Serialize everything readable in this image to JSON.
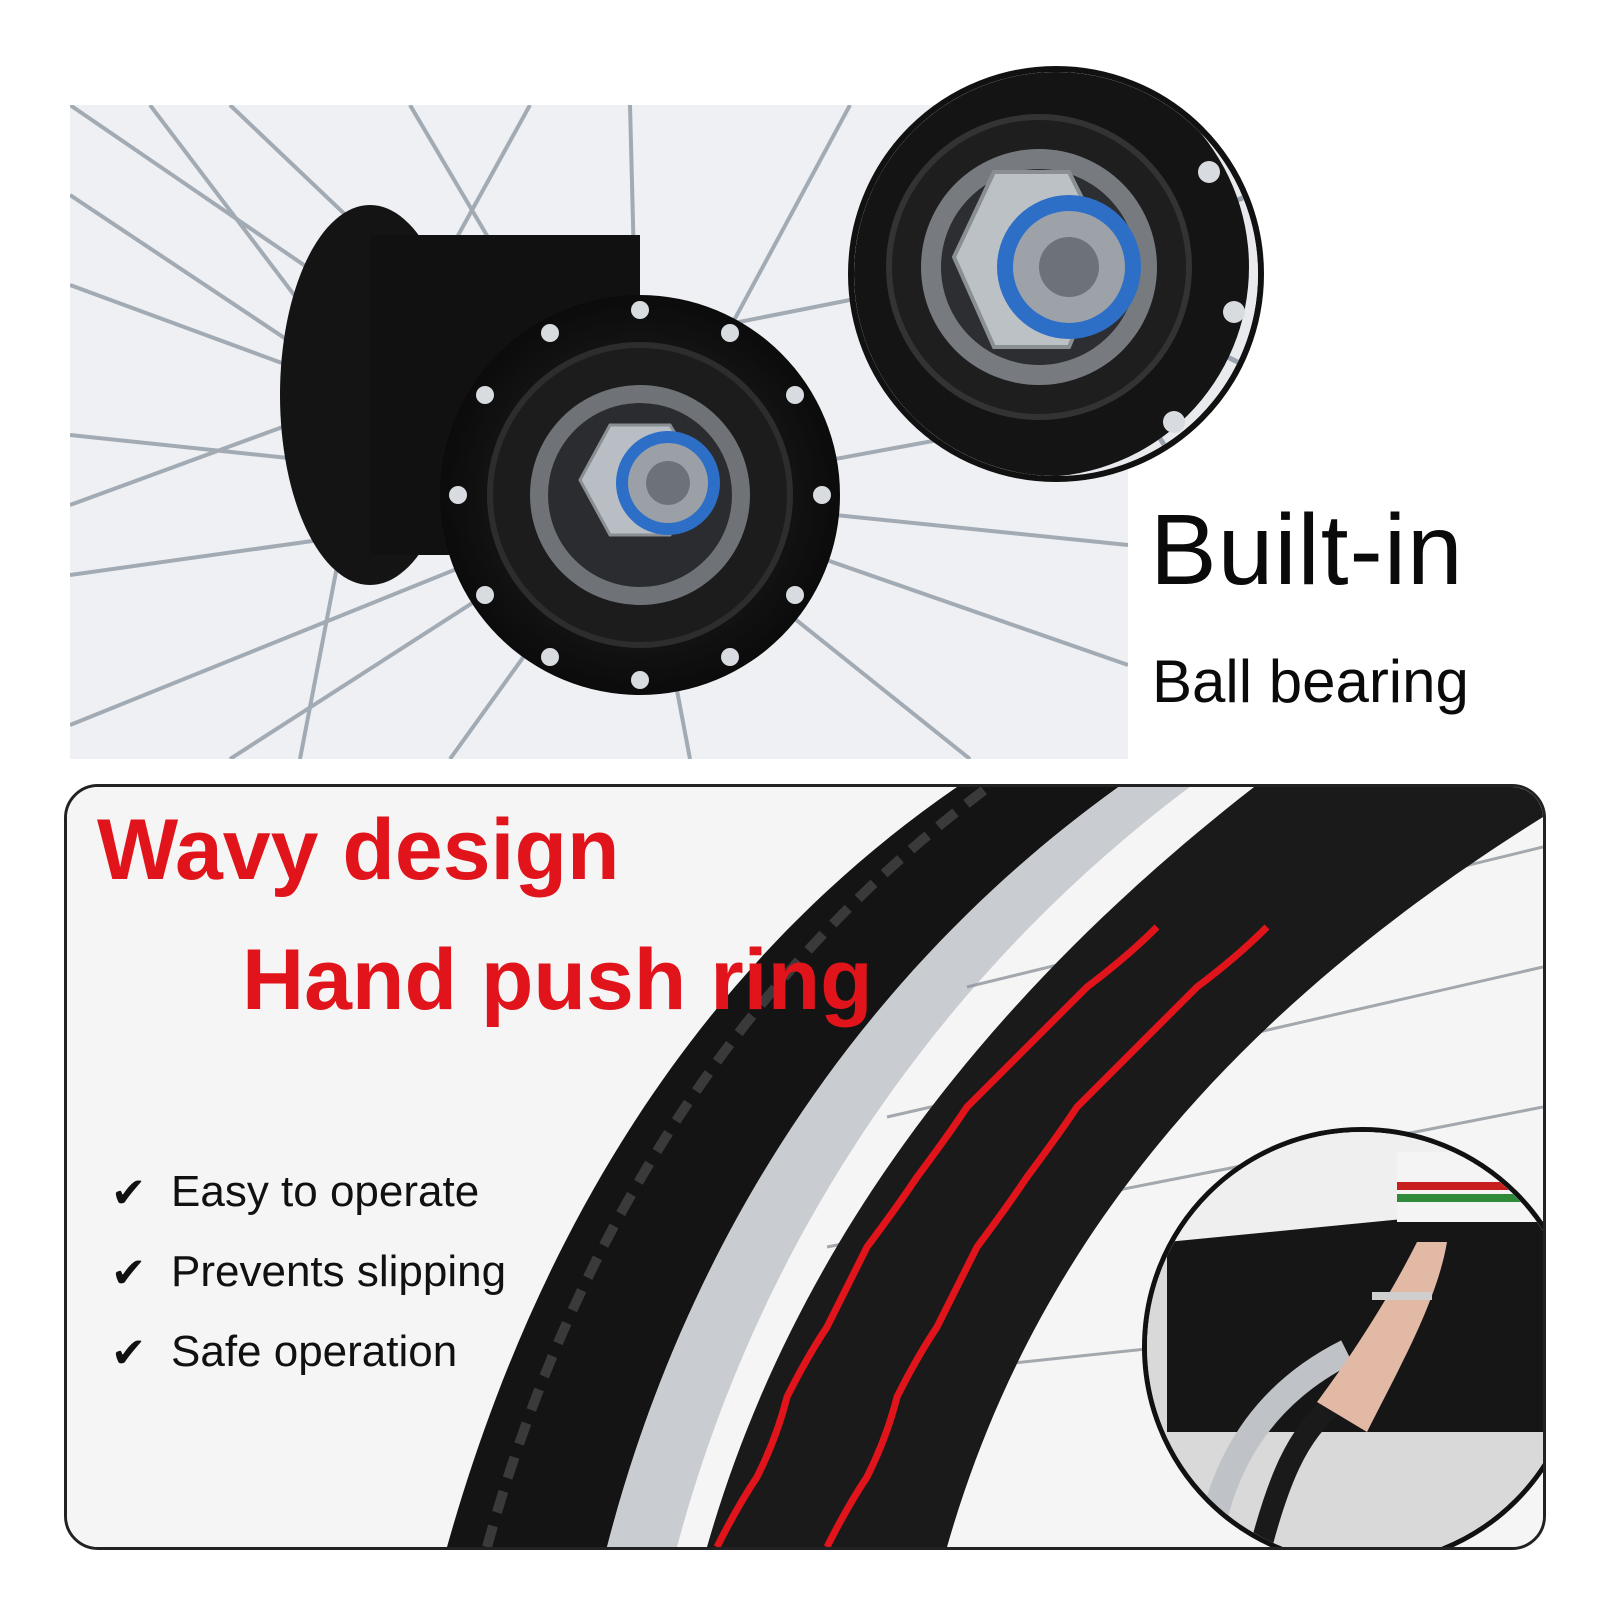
{
  "top_section": {
    "title": "Built-in",
    "subtitle": "Ball bearing"
  },
  "bottom_section": {
    "title": "Wavy design",
    "subtitle": "Hand push ring",
    "features": [
      {
        "check": "✔",
        "label": "Easy to operate"
      },
      {
        "check": "✔",
        "label": "Prevents slipping"
      },
      {
        "check": "✔",
        "label": "Safe operation"
      }
    ]
  },
  "colors": {
    "accent_red": "#e0141a",
    "text_dark": "#0a0a0a"
  }
}
